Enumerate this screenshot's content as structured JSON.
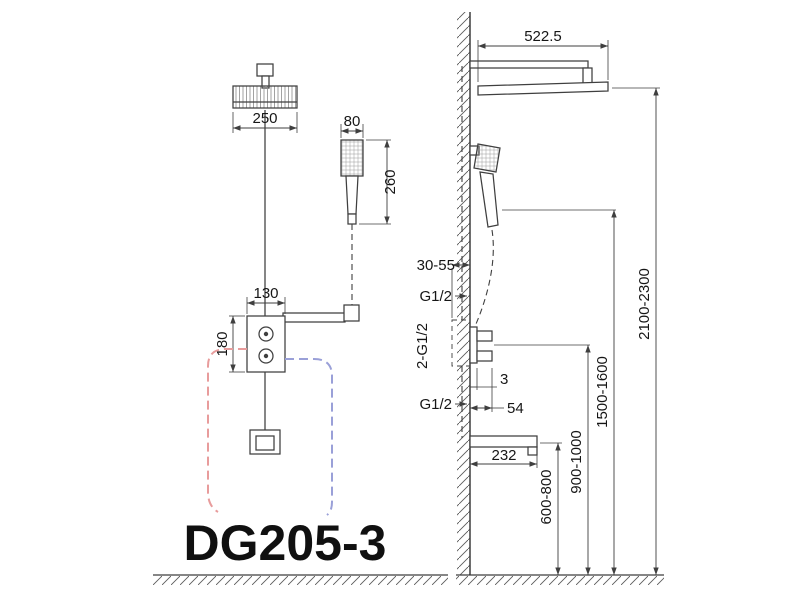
{
  "title": "DG205-3",
  "colors": {
    "line": "#3f3f3f",
    "hot_pipe": "#e89c9c",
    "cold_pipe": "#9aa0d8"
  },
  "front_view": {
    "labels": {
      "head_width": "250",
      "hand_shower_width": "80",
      "hand_shower_length": "260",
      "valve_width": "130",
      "valve_height": "180"
    }
  },
  "side_view": {
    "labels": {
      "arm_length": "522.5",
      "embed_depth": "30-55",
      "top_thread": "G1/2",
      "inlet_threads": "2-G1/2",
      "bottom_thread": "G1/2",
      "trim_gap": "3",
      "valve_depth": "54",
      "spout_length": "232",
      "spout_height": "600-800",
      "valve_height": "900-1000",
      "hand_shower_height": "1500-1600",
      "overall_height": "2100-2300"
    }
  }
}
